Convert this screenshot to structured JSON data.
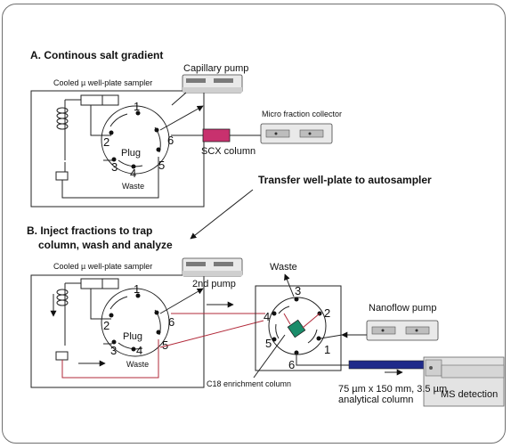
{
  "section_a": {
    "title": "A. Continous salt gradient",
    "sampler_label": "Cooled µ well-plate sampler",
    "capillary_pump": "Capillary pump",
    "fraction_collector": "Micro fraction collector",
    "scx_column": "SCX column",
    "plug": "Plug",
    "waste": "Waste",
    "ports": [
      "1",
      "2",
      "3",
      "4",
      "5",
      "6"
    ]
  },
  "transfer_label": "Transfer well-plate to autosampler",
  "section_b": {
    "title_line1": "B. Inject fractions to trap",
    "title_line2": "column, wash and analyze",
    "sampler_label": "Cooled µ well-plate sampler",
    "second_pump": "2nd pump",
    "plug": "Plug",
    "waste": "Waste",
    "valve_waste": "Waste",
    "nanoflow_pump": "Nanoflow pump",
    "c18_column": "C18 enrichment column",
    "analytical_line1": "75 µm x 150 mm, 3.5 µm",
    "analytical_line2": "analytical column",
    "ms_detection": "MS detection",
    "ports_left": [
      "1",
      "2",
      "3",
      "4",
      "5",
      "6"
    ],
    "ports_right": [
      "1",
      "2",
      "3",
      "4",
      "5",
      "6"
    ]
  },
  "colors": {
    "scx_column": "#c8316e",
    "c18_column": "#1a8c6a",
    "analytical_column": "#1f2a8a",
    "flow_path_red": "#b22a3a"
  }
}
